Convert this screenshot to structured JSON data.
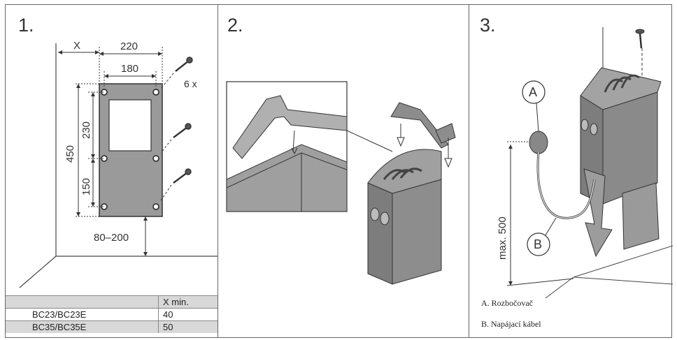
{
  "panels": [
    {
      "number": "1."
    },
    {
      "number": "2."
    },
    {
      "number": "3."
    }
  ],
  "panel1": {
    "dims": {
      "x": "X",
      "w_outer": "220",
      "w_inner": "180",
      "h_total": "450",
      "h_upper": "230",
      "h_lower": "150",
      "bottom": "80–200",
      "screws": "6 x"
    }
  },
  "table": {
    "header": [
      "",
      "X min."
    ],
    "rows": [
      [
        "BC23/BC23E",
        "40"
      ],
      [
        "BC35/BC35E",
        "50"
      ]
    ]
  },
  "panel3": {
    "callout_a": "A",
    "callout_b": "B",
    "height": "max. 500",
    "legend_a": "A. Rozbočovač",
    "legend_b": "B. Napájací kábel"
  },
  "colors": {
    "line": "#333333",
    "plate": "#9a9a9a",
    "heater": "#7d7d7d",
    "table_shade": "#d8d8d8"
  }
}
